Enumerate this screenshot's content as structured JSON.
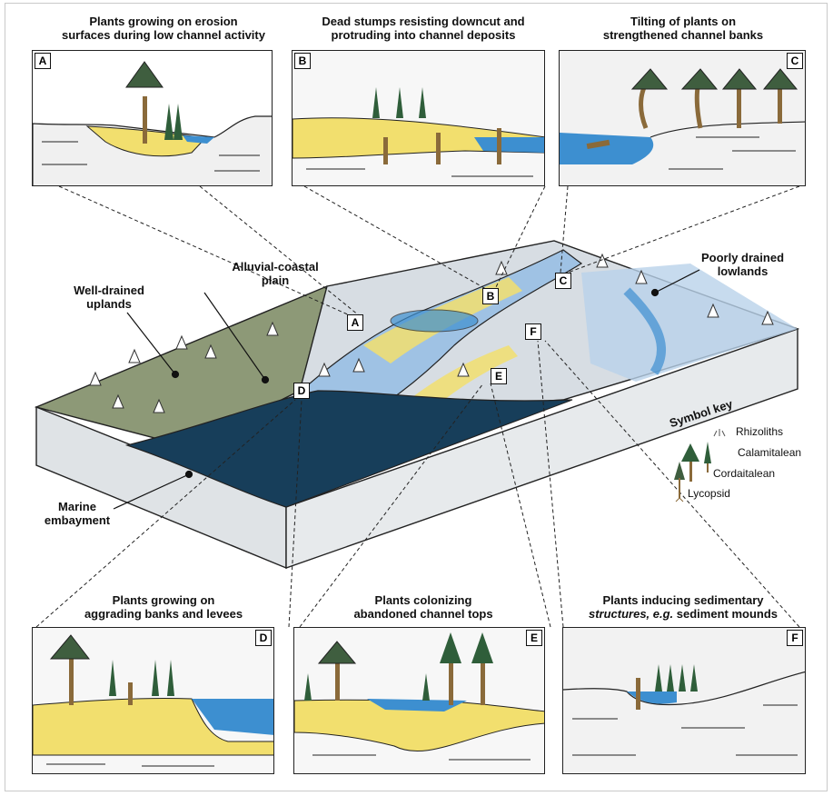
{
  "panels": {
    "A": {
      "tag": "A",
      "title_line1": "Plants growing on erosion",
      "title_line2": "surfaces during low channel activity"
    },
    "B": {
      "tag": "B",
      "title_line1": "Dead stumps resisting downcut and",
      "title_line2": "protruding into channel deposits"
    },
    "C": {
      "tag": "C",
      "title_line1": "Tilting of plants on",
      "title_line2": "strengthened channel banks"
    },
    "D": {
      "tag": "D",
      "title_line1": "Plants growing on",
      "title_line2": "aggrading banks and levees"
    },
    "E": {
      "tag": "E",
      "title_line1": "Plants colonizing",
      "title_line2": "abandoned channel tops"
    },
    "F": {
      "tag": "F",
      "title_line1": "Plants inducing sedimentary",
      "title_line2_em": "structures, e.g.",
      "title_line2_rest": " sediment mounds"
    }
  },
  "map_labels": {
    "alluvial_line1": "Alluvial-coastal",
    "alluvial_line2": "plain",
    "uplands_line1": "Well-drained",
    "uplands_line2": "uplands",
    "lowlands_line1": "Poorly drained",
    "lowlands_line2": "lowlands",
    "marine_line1": "Marine",
    "marine_line2": "embayment",
    "map_tags": {
      "A": "A",
      "B": "B",
      "C": "C",
      "D": "D",
      "E": "E",
      "F": "F"
    }
  },
  "symbol_key": {
    "title": "Symbol key",
    "items": [
      "Rhizoliths",
      "Calamitalean",
      "Cordaitalean",
      "Lycopsid"
    ]
  },
  "colors": {
    "sand_yellow": "#f2df6e",
    "water_blue": "#3d8fd0",
    "deep_marine": "#173e5a",
    "upland_green": "#8d9977",
    "plain_grey": "#d7dde3",
    "channel_blue": "#9fc2e4"
  }
}
